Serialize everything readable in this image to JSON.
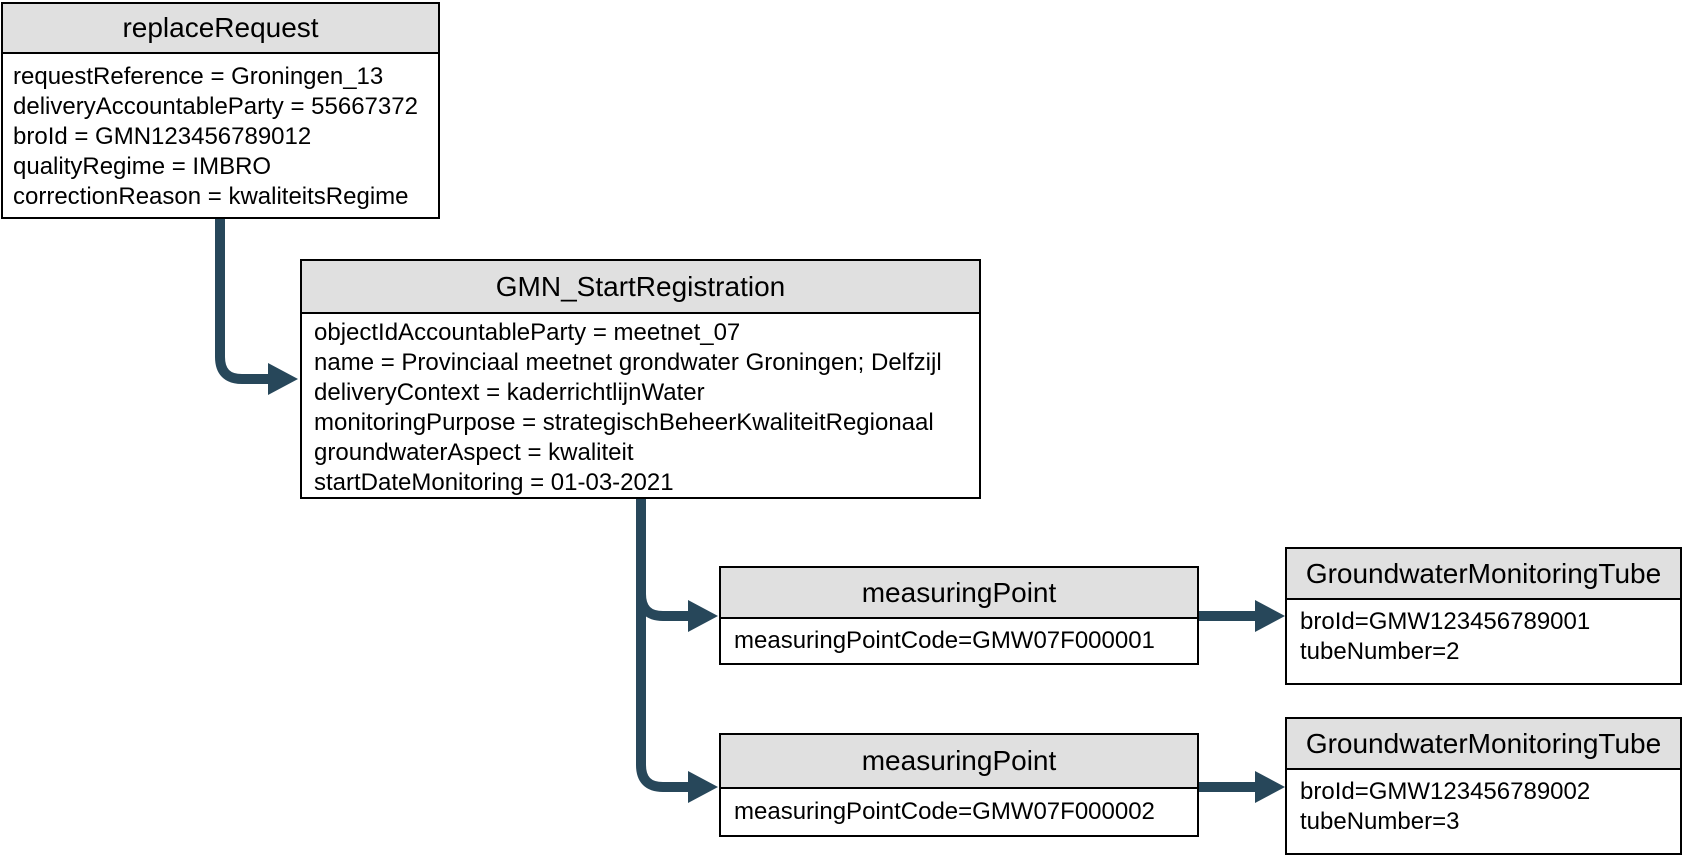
{
  "colors": {
    "background": "#ffffff",
    "node_fill": "#ffffff",
    "node_header_fill": "#e0e0e0",
    "node_border": "#000000",
    "text": "#000000",
    "arrow": "#27475a"
  },
  "nodes": {
    "replace_request": {
      "title": "replaceRequest",
      "attributes": [
        "requestReference = Groningen_13",
        "deliveryAccountableParty = 55667372",
        "broId = GMN123456789012",
        "qualityRegime = IMBRO",
        "correctionReason = kwaliteitsRegime"
      ]
    },
    "gmn_start_registration": {
      "title": "GMN_StartRegistration",
      "attributes": [
        "objectIdAccountableParty = meetnet_07",
        "name = Provinciaal meetnet grondwater Groningen; Delfzijl",
        "deliveryContext = kaderrichtlijnWater",
        "monitoringPurpose = strategischBeheerKwaliteitRegionaal",
        "groundwaterAspect = kwaliteit",
        "startDateMonitoring = 01-03-2021"
      ]
    },
    "measuring_point_1": {
      "title": "measuringPoint",
      "attributes": [
        "measuringPointCode=GMW07F000001"
      ]
    },
    "measuring_point_2": {
      "title": "measuringPoint",
      "attributes": [
        "measuringPointCode=GMW07F000002"
      ]
    },
    "tube_1": {
      "title": "GroundwaterMonitoringTube",
      "attributes": [
        "broId=GMW123456789001",
        "tubeNumber=2"
      ]
    },
    "tube_2": {
      "title": "GroundwaterMonitoringTube",
      "attributes": [
        "broId=GMW123456789002",
        "tubeNumber=3"
      ]
    }
  },
  "connectors": [
    {
      "from": "replaceRequest",
      "to": "GMN_StartRegistration"
    },
    {
      "from": "GMN_StartRegistration",
      "to": "measuringPoint GMW07F000001"
    },
    {
      "from": "GMN_StartRegistration",
      "to": "measuringPoint GMW07F000002"
    },
    {
      "from": "measuringPoint GMW07F000001",
      "to": "GroundwaterMonitoringTube GMW123456789001"
    },
    {
      "from": "measuringPoint GMW07F000002",
      "to": "GroundwaterMonitoringTube GMW123456789002"
    }
  ]
}
